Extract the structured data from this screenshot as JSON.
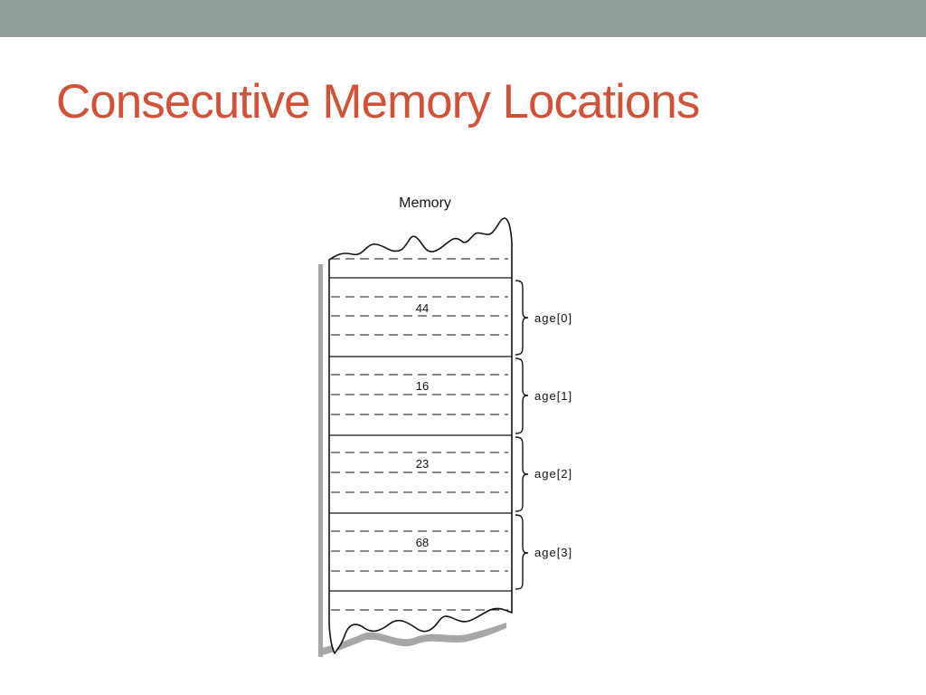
{
  "slide": {
    "title": "Consecutive Memory Locations"
  },
  "diagram": {
    "caption": "Memory",
    "elements": [
      {
        "value": "44",
        "label": "age[0]"
      },
      {
        "value": "16",
        "label": "age[1]"
      },
      {
        "value": "23",
        "label": "age[2]"
      },
      {
        "value": "68",
        "label": "age[3]"
      }
    ]
  },
  "colors": {
    "accent_bar": "#8f9f98",
    "title": "#cf5239",
    "line": "#111111",
    "shadow": "#a6a6a6"
  }
}
